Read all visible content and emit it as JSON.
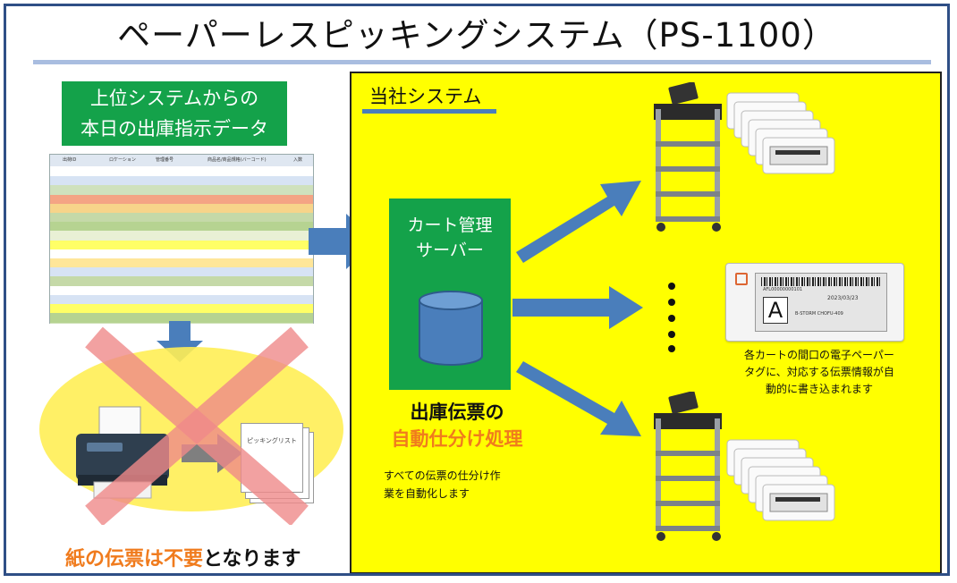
{
  "title": "ペーパーレスピッキングシステム（PS-1100）",
  "upper_system": {
    "line1": "上位システムからの",
    "line2": "本日の出庫指示データ"
  },
  "table": {
    "headers": [
      "出荷ID",
      "ロケーション",
      "管理番号",
      "商品名/商品規格(バーコード)",
      "入数"
    ],
    "row_colors": [
      "#ffffff",
      "#d7e3f4",
      "#cfe1bd",
      "#f4a484",
      "#f7d48a",
      "#c5d9a8",
      "#b6d391",
      "#e9f0d5",
      "#ffff66",
      "#ffffff",
      "#ffe699",
      "#d7e3f4",
      "#c5d9a8",
      "#ffffff",
      "#d7e3f4",
      "#ffff66",
      "#b6d391"
    ]
  },
  "our_system": {
    "label": "当社システム",
    "server_line1": "カート管理",
    "server_line2": "サーバー",
    "auto1": "出庫伝票の",
    "auto2": "自動仕分け処理",
    "auto_desc1": "すべての伝票の仕分け作",
    "auto_desc2": "業を自動化します",
    "epaper_desc1": "各カートの間口の電子ペーパー",
    "epaper_desc2": "タグに、対応する伝票情報が自",
    "epaper_desc3": "動的に書き込まれます"
  },
  "picking_list": "ピッキングリスト",
  "tag_detail": {
    "letter": "A",
    "barcode_text": "AFL00000000101",
    "date": "2023/03/23",
    "location": "B-STORM CHOFU-409"
  },
  "paper_note": {
    "part1": "紙の伝票は不要",
    "part2": "となります"
  },
  "colors": {
    "green": "#14a24a",
    "yellow": "#ffff00",
    "arrow": "#4a7ebb",
    "orange": "#f07b1d"
  }
}
